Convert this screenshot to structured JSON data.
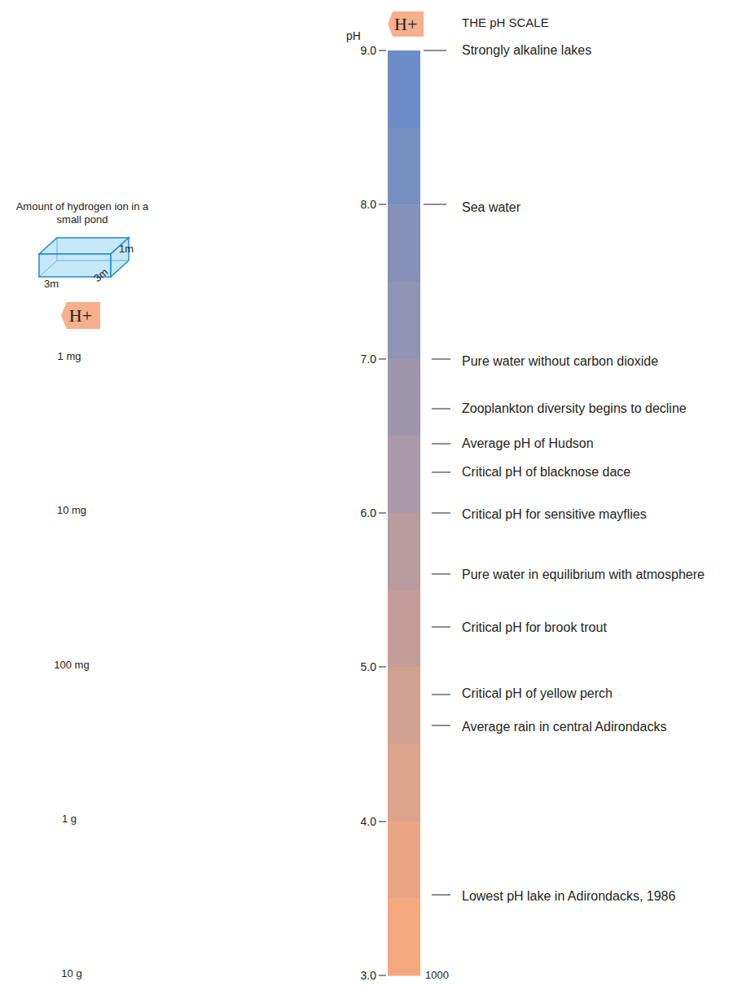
{
  "diagram": {
    "title": "THE pH SCALE",
    "nodes": [
      {
        "text": [
          "H+"
        ]
      },
      {
        "text": [
          "H+"
        ]
      }
    ],
    "labels": [
      "Amount of hydrogen ion in a small pond",
      "1m",
      "3m",
      "3m",
      "pH",
      "9.0",
      "8.0",
      "7.0",
      "6.0",
      "5.0",
      "4.0",
      "3.0",
      "Strongly alkaline lakes",
      "Sea water",
      "Pure water without carbon dioxide",
      "Zooplankton diversity begins to decline",
      "Average pH of Hudson",
      "Critical pH of blacknose dace",
      "Critical pH for sensitive mayflies",
      "Pure water in equilibrium with atmosphere",
      "Critical pH for brook trout",
      "Critical pH of yellow perch",
      "Average rain in central Adirondacks",
      "Lowest pH lake in Adirondacks, 1986",
      "1000",
      "1 mg",
      "10 mg",
      "100 mg",
      "1 g",
      "10 g"
    ]
  }
}
